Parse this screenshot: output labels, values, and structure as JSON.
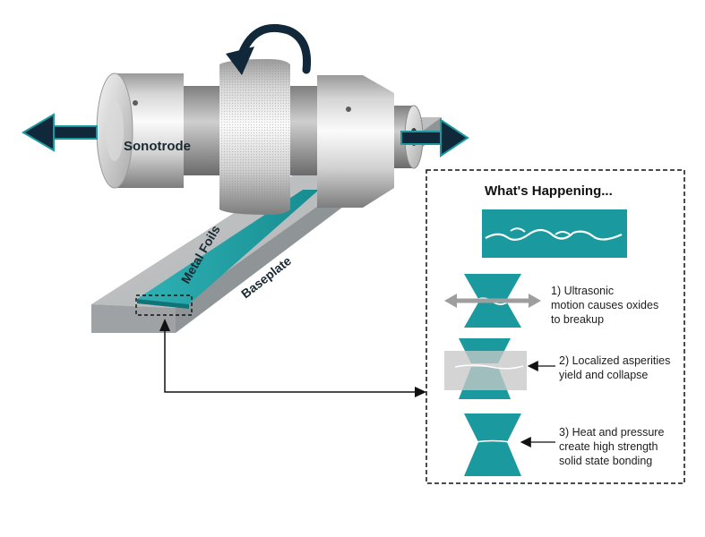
{
  "labels": {
    "sonotrode": "Sonotrode",
    "metal_foils": "Metal Foils",
    "baseplate": "Baseplate"
  },
  "panel": {
    "title": "What's Happening...",
    "steps": [
      {
        "line1": "1) Ultrasonic",
        "line2": "motion causes oxides",
        "line3": "to breakup"
      },
      {
        "line1": "2) Localized asperities",
        "line2": "yield and collapse",
        "line3": ""
      },
      {
        "line1": "3) Heat and pressure",
        "line2": "create high strength",
        "line3": "solid state bonding"
      }
    ]
  },
  "colors": {
    "teal": "#1a9a9e",
    "teal_dark": "#0f6f73",
    "navy_arrow": "#10283a",
    "plate": "#b9bcbe",
    "plate_dark": "#8d9193",
    "metal_light": "#f1f1f1",
    "metal_mid": "#c9c9c9",
    "metal_dark": "#8c8c8c"
  }
}
